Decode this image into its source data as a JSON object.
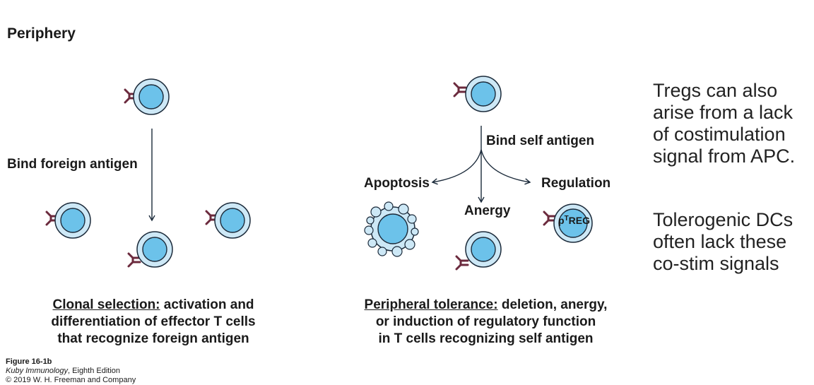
{
  "heading": "Periphery",
  "left_panel": {
    "arrow_label": "Bind foreign antigen",
    "caption_underlined": "Clonal selection:",
    "caption_rest": " activation and",
    "caption_line2": "differentiation of effector T cells",
    "caption_line3": "that recognize foreign antigen"
  },
  "right_panel": {
    "arrow_label": "Bind self antigen",
    "outcome_apoptosis": "Apoptosis",
    "outcome_anergy": "Anergy",
    "outcome_regulation": "Regulation",
    "treg_prefix": "p",
    "treg_sup": "T",
    "treg_main": "REG",
    "caption_underlined": "Peripheral tolerance:",
    "caption_rest": " deletion, anergy,",
    "caption_line2": "or induction of regulatory function",
    "caption_line3": "in T cells recognizing self antigen"
  },
  "notes": {
    "para1": [
      "Tregs can also",
      "arise from a lack",
      "of costimulation",
      "signal from APC."
    ],
    "para2": [
      "Tolerogenic DCs",
      "often lack these",
      "co-stim signals"
    ]
  },
  "credit": {
    "figure": "Figure 16-1b",
    "book": "Kuby Immunology",
    "edition": ", Eighth Edition",
    "copyright": "© 2019 W. H. Freeman and Company"
  },
  "colors": {
    "cell_outer": "#cde8f6",
    "cell_nucleus": "#6cc2ea",
    "cell_outline": "#1b2a3a",
    "receptor": "#6b2a3d"
  }
}
